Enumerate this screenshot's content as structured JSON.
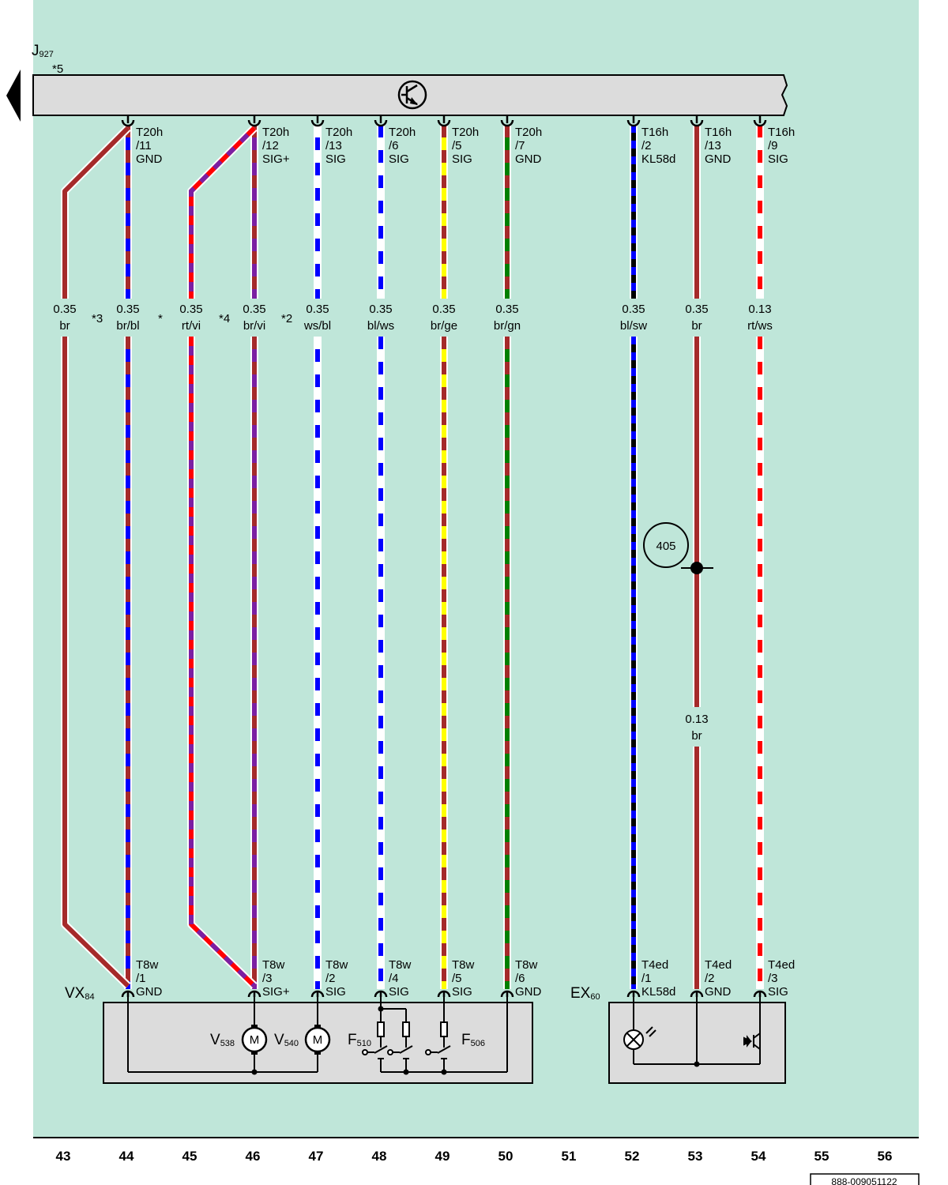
{
  "colors": {
    "background": "#bfe6d9",
    "bar": "#dcdcdc",
    "br": "#a52a2a",
    "bl": "#0000ff",
    "rt": "#ff0000",
    "vi": "#7b1fa2",
    "ws": "#ffffff",
    "ge": "#ffff00",
    "gn": "#008000",
    "sw": "#000000"
  },
  "control_unit": {
    "name": "J",
    "sub": "927",
    "note": "*5",
    "symbol": "transistor-icon"
  },
  "column_numbers": [
    "43",
    "44",
    "45",
    "46",
    "47",
    "48",
    "49",
    "50",
    "51",
    "52",
    "53",
    "54",
    "55",
    "56"
  ],
  "doc_id": "888-009051122",
  "wires": [
    {
      "id": "w44",
      "col": "44",
      "top_conn": "T20h",
      "top_pin": "/11",
      "top_sig": "GND",
      "size": "0.35",
      "color": "br/bl",
      "c1": "br",
      "c2": "bl",
      "bot_conn": "T8w",
      "bot_pin": "/1",
      "bot_sig": "GND"
    },
    {
      "id": "w43",
      "col": "43",
      "size": "0.35",
      "color": "br",
      "c1": "br",
      "c2": "br"
    },
    {
      "id": "w46",
      "col": "46",
      "top_conn": "T20h",
      "top_pin": "/12",
      "top_sig": "SIG+",
      "size": "0.35",
      "color": "br/vi",
      "c1": "br",
      "c2": "vi",
      "bot_conn": "T8w",
      "bot_pin": "/3",
      "bot_sig": "SIG+"
    },
    {
      "id": "w45",
      "col": "45",
      "size": "0.35",
      "color": "rt/vi",
      "c1": "rt",
      "c2": "vi"
    },
    {
      "id": "w47",
      "col": "47",
      "top_conn": "T20h",
      "top_pin": "/13",
      "top_sig": "SIG",
      "size": "0.35",
      "color": "ws/bl",
      "c1": "ws",
      "c2": "bl",
      "bot_conn": "T8w",
      "bot_pin": "/2",
      "bot_sig": "SIG"
    },
    {
      "id": "w48",
      "col": "48",
      "top_conn": "T20h",
      "top_pin": "/6",
      "top_sig": "SIG",
      "size": "0.35",
      "color": "bl/ws",
      "c1": "bl",
      "c2": "ws",
      "bot_conn": "T8w",
      "bot_pin": "/4",
      "bot_sig": "SIG"
    },
    {
      "id": "w49",
      "col": "49",
      "top_conn": "T20h",
      "top_pin": "/5",
      "top_sig": "SIG",
      "size": "0.35",
      "color": "br/ge",
      "c1": "br",
      "c2": "ge",
      "bot_conn": "T8w",
      "bot_pin": "/5",
      "bot_sig": "SIG"
    },
    {
      "id": "w50",
      "col": "50",
      "top_conn": "T20h",
      "top_pin": "/7",
      "top_sig": "GND",
      "size": "0.35",
      "color": "br/gn",
      "c1": "br",
      "c2": "gn",
      "bot_conn": "T8w",
      "bot_pin": "/6",
      "bot_sig": "GND"
    },
    {
      "id": "w52",
      "col": "52",
      "top_conn": "T16h",
      "top_pin": "/2",
      "top_sig": "KL58d",
      "size": "0.35",
      "color": "bl/sw",
      "c1": "bl",
      "c2": "sw",
      "bot_conn": "T4ed",
      "bot_pin": "/1",
      "bot_sig": "KL58d"
    },
    {
      "id": "w53",
      "col": "53",
      "top_conn": "T16h",
      "top_pin": "/13",
      "top_sig": "GND",
      "size": "0.35",
      "color": "br",
      "c1": "br",
      "c2": "br",
      "size2": "0.13",
      "color2": "br",
      "bot_conn": "T4ed",
      "bot_pin": "/2",
      "bot_sig": "GND"
    },
    {
      "id": "w54",
      "col": "54",
      "top_conn": "T16h",
      "top_pin": "/9",
      "top_sig": "SIG",
      "size": "0.13",
      "color": "rt/ws",
      "c1": "rt",
      "c2": "ws",
      "bot_conn": "T4ed",
      "bot_pin": "/3",
      "bot_sig": "SIG"
    }
  ],
  "footnotes": [
    {
      "id": "fn3",
      "text": "*3"
    },
    {
      "id": "fn1",
      "text": "*"
    },
    {
      "id": "fn4",
      "text": "*4"
    },
    {
      "id": "fn2",
      "text": "*2"
    }
  ],
  "splice": {
    "label": "405"
  },
  "components": {
    "vx84": {
      "name": "VX",
      "sub": "84"
    },
    "ex60": {
      "name": "EX",
      "sub": "60"
    },
    "v538": {
      "name": "V",
      "sub": "538",
      "symbol": "motor-icon",
      "glyph": "M"
    },
    "v540": {
      "name": "V",
      "sub": "540",
      "symbol": "motor-icon",
      "glyph": "M"
    },
    "f510": {
      "name": "F",
      "sub": "510",
      "symbol": "switch-icon"
    },
    "f506": {
      "name": "F",
      "sub": "506",
      "symbol": "switch-icon"
    },
    "lamp": {
      "symbol": "lamp-icon"
    },
    "photo": {
      "symbol": "phototransistor-icon"
    }
  }
}
